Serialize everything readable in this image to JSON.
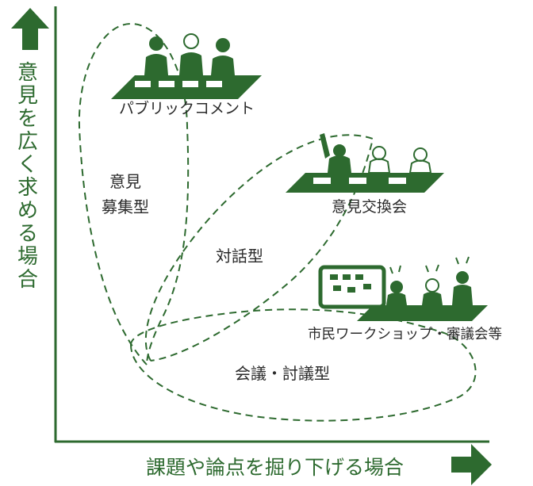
{
  "axes": {
    "y_label": "意見を広く求める場合",
    "x_label": "課題や論点を掘り下げる場合"
  },
  "groups": {
    "idea_collection": [
      "意見",
      "募集型"
    ],
    "dialogue": "対話型",
    "deliberation": "会議・討議型"
  },
  "methods": {
    "public_comment": "パブリックコメント",
    "opinion_exchange": "意見交換会",
    "workshop": "市民ワークショップ・審議会等"
  },
  "colors": {
    "accent": "#2d6a2f",
    "text": "#2a2a2a",
    "background": "#ffffff"
  }
}
